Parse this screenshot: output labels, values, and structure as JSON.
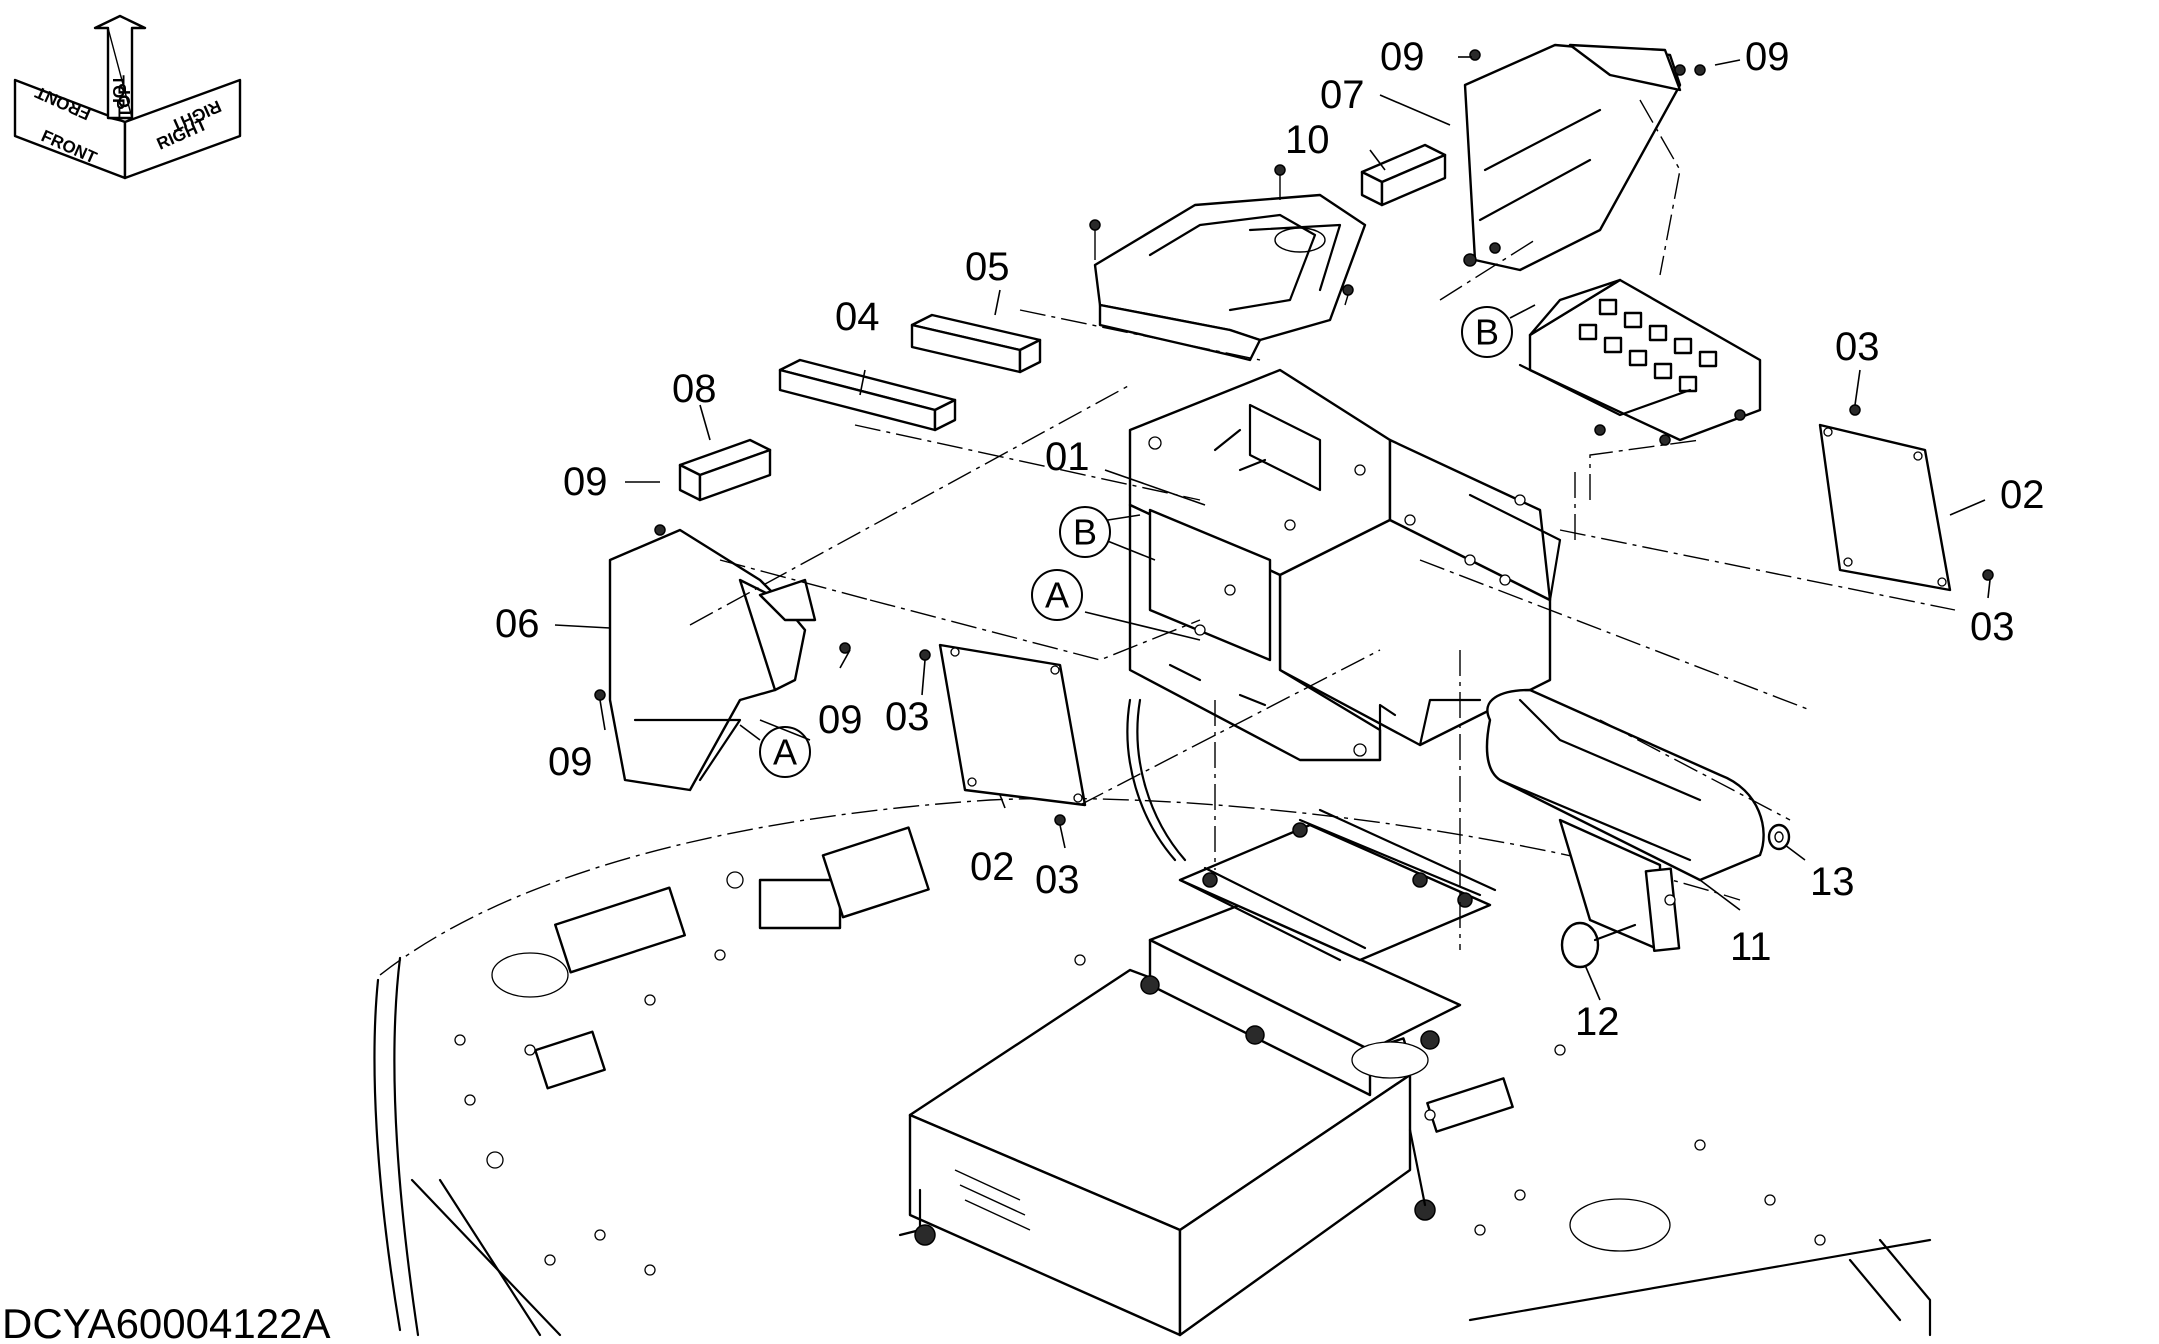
{
  "orientation": {
    "front": "FRONT",
    "top": "TOP",
    "right": "RIGHT"
  },
  "callouts": {
    "c01": "01",
    "c02a": "02",
    "c02b": "02",
    "c03a": "03",
    "c03b": "03",
    "c03c": "03",
    "c03d": "03",
    "c04": "04",
    "c05": "05",
    "c06": "06",
    "c07": "07",
    "c08": "08",
    "c09a": "09",
    "c09b": "09",
    "c09c": "09",
    "c09d": "09",
    "c09e": "09",
    "c10": "10",
    "c11": "11",
    "c12": "12",
    "c13": "13"
  },
  "reference_markers": {
    "a1": "A",
    "a2": "A",
    "b1": "B",
    "b2": "B"
  },
  "document_id": "DCYA60004122A"
}
